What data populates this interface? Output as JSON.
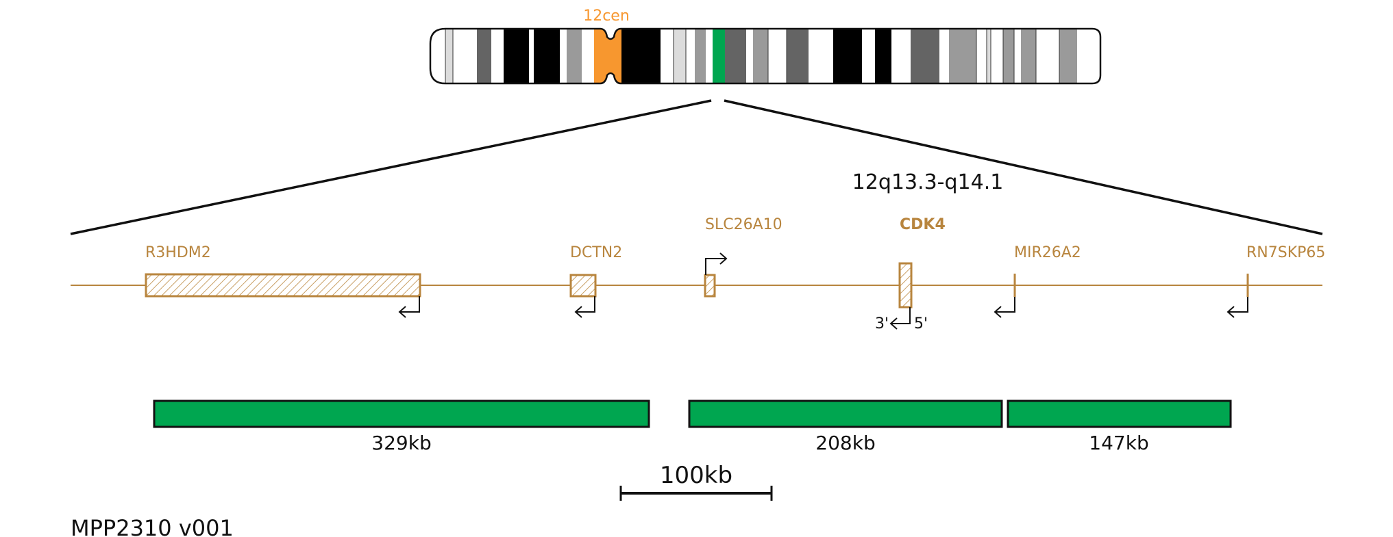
{
  "chromosome": {
    "centromere_label": "12cen",
    "region_label": "12q13.3-q14.1"
  },
  "genes": [
    {
      "name": "R3HDM2",
      "bold": false
    },
    {
      "name": "DCTN2",
      "bold": false
    },
    {
      "name": "SLC26A10",
      "bold": false
    },
    {
      "name": "CDK4",
      "bold": true
    },
    {
      "name": "MIR26A2",
      "bold": false
    },
    {
      "name": "RN7SKP65",
      "bold": false
    }
  ],
  "strand_labels": {
    "three_prime": "3'",
    "five_prime": "5'"
  },
  "probes": [
    {
      "label": "329kb",
      "size_kb": 329
    },
    {
      "label": "208kb",
      "size_kb": 208
    },
    {
      "label": "147kb",
      "size_kb": 147
    }
  ],
  "scale_bar": {
    "label": "100kb",
    "length_kb": 100
  },
  "product_code": "MPP2310 v001",
  "colors": {
    "gene": "#b8853e",
    "centromere": "#f7972f",
    "probe": "#00a650",
    "highlight_band": "#00a650"
  }
}
